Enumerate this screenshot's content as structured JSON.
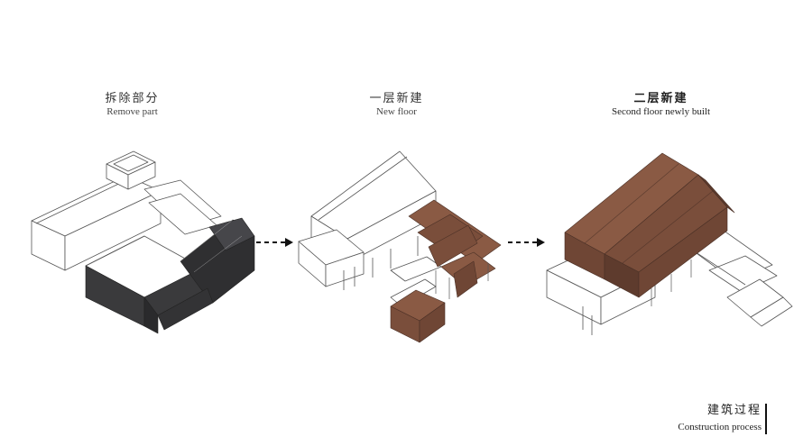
{
  "stages": [
    {
      "title_cn": "拆除部分",
      "title_en": "Remove part"
    },
    {
      "title_cn": "一层新建",
      "title_en": "New floor"
    },
    {
      "title_cn": "二层新建",
      "title_en": "Second floor newly built"
    }
  ],
  "caption": {
    "title_cn": "建筑过程",
    "title_en": "Construction process"
  },
  "colors": {
    "removed": "#3a3a3c",
    "new_build": "#8a5a44",
    "line": "#555555",
    "arrow": "#111111"
  }
}
